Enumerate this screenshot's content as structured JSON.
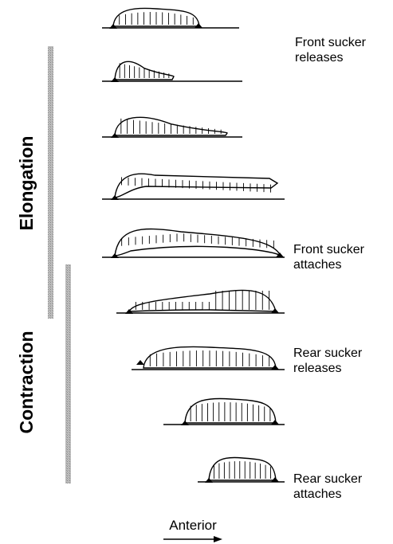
{
  "figure": {
    "phase_labels": {
      "elongation": "Elongation",
      "contraction": "Contraction"
    },
    "stages": [
      {
        "label_line1": "",
        "label_line2": ""
      },
      {
        "label_line1": "Front sucker",
        "label_line2": "releases"
      },
      {
        "label_line1": "",
        "label_line2": ""
      },
      {
        "label_line1": "",
        "label_line2": ""
      },
      {
        "label_line1": "Front sucker",
        "label_line2": "attaches"
      },
      {
        "label_line1": "",
        "label_line2": ""
      },
      {
        "label_line1": "Rear sucker",
        "label_line2": "releases"
      },
      {
        "label_line1": "",
        "label_line2": ""
      },
      {
        "label_line1": "Rear sucker",
        "label_line2": "attaches"
      }
    ],
    "direction_label": "Anterior",
    "colors": {
      "ink": "#000000",
      "phase_bar": "#b4b4b4",
      "background": "#ffffff"
    }
  }
}
